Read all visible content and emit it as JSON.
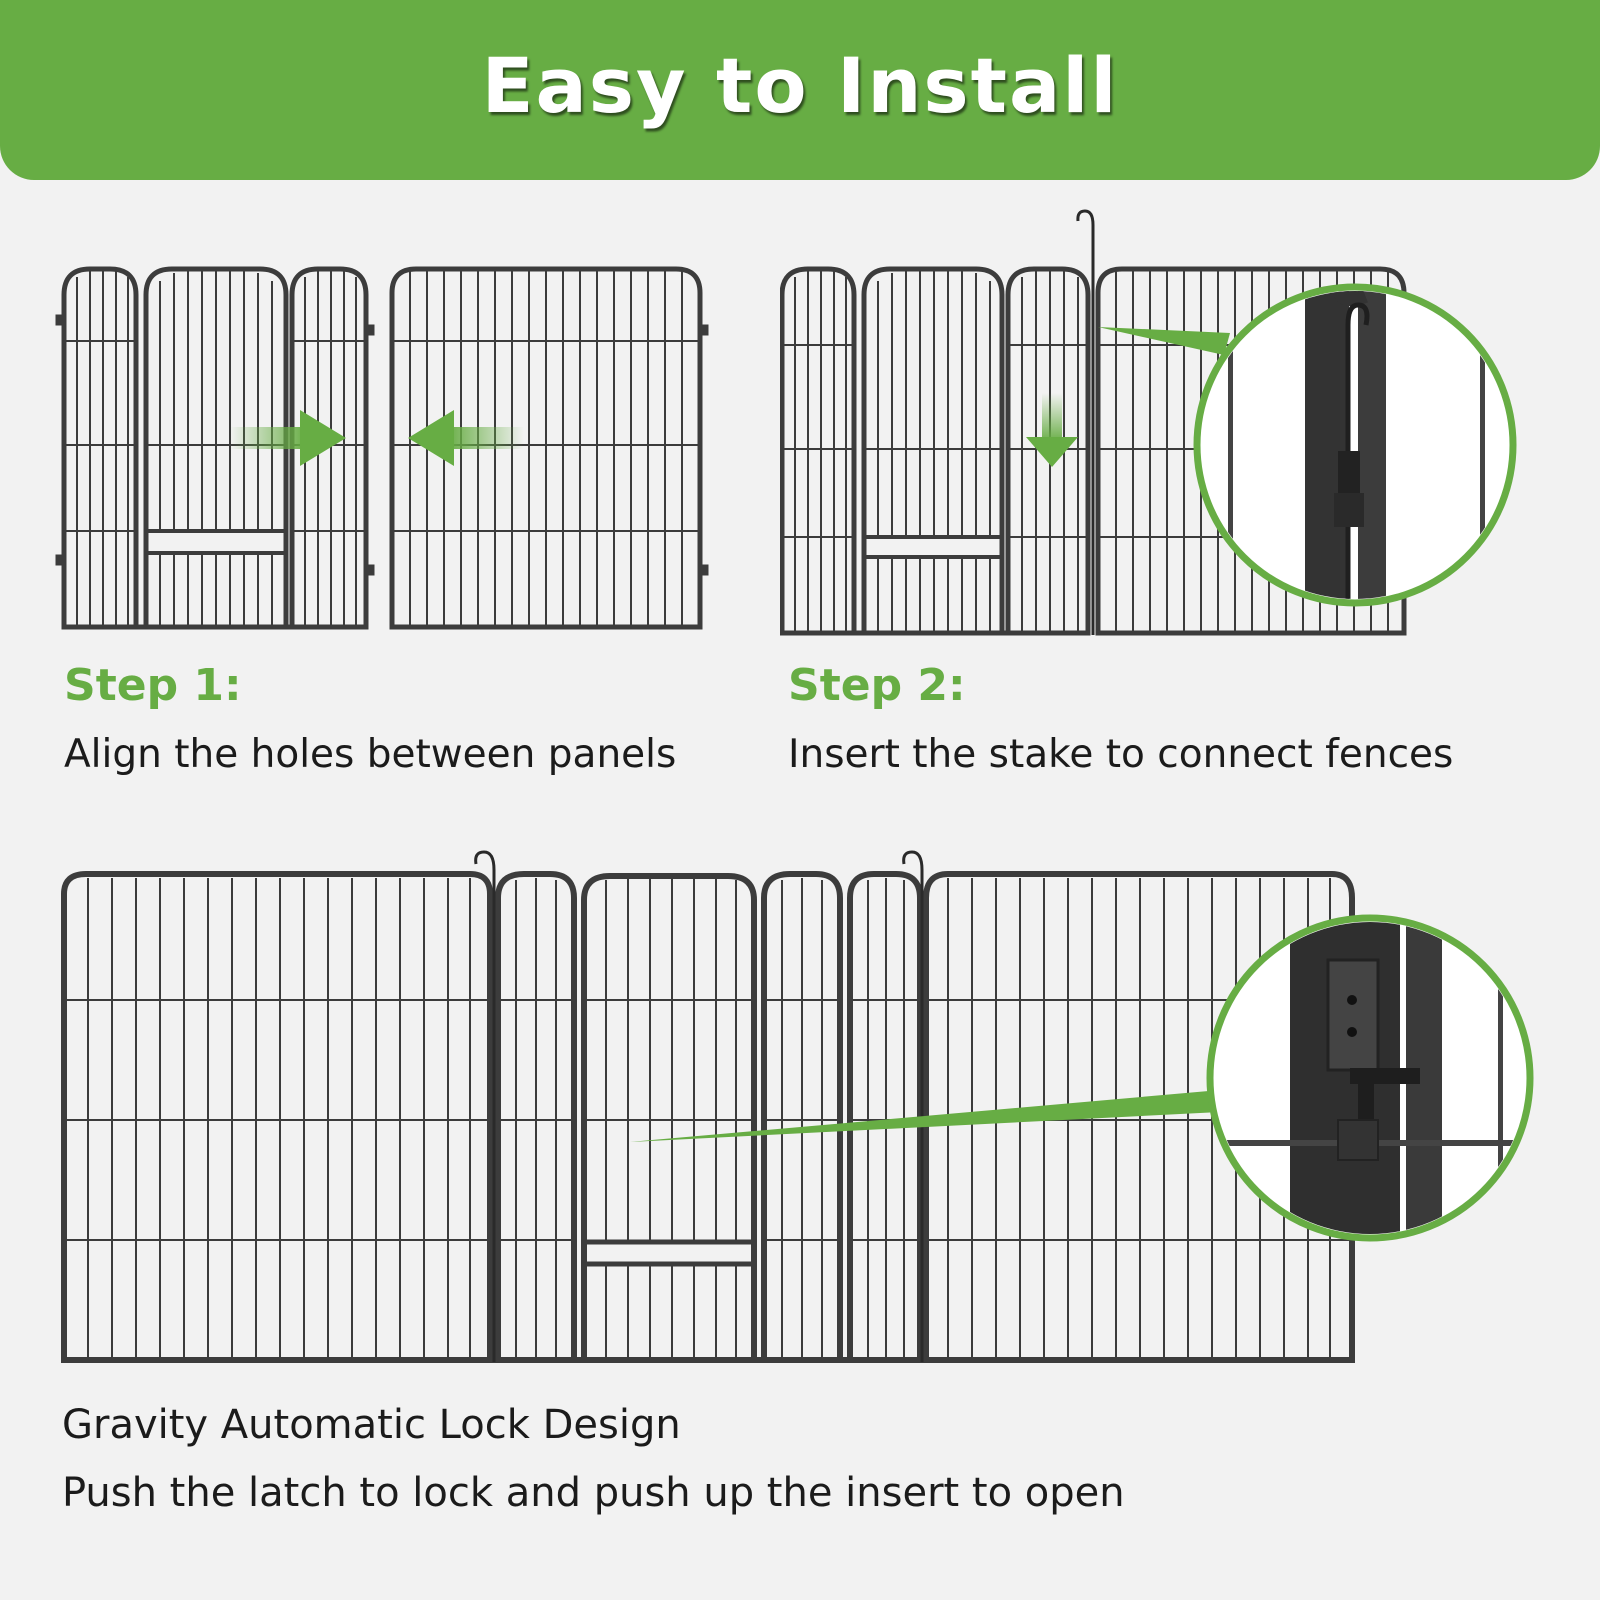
{
  "banner": {
    "title": "Easy to Install"
  },
  "step1": {
    "title": "Step 1:",
    "description": "Align the holes between panels"
  },
  "step2": {
    "title": "Step 2:",
    "description": "Insert the stake to connect fences"
  },
  "lock": {
    "title": "Gravity Automatic Lock Design",
    "description": "Push the latch to lock and push up the insert to open"
  },
  "icons": {
    "arrow_right": "arrow-right-icon",
    "arrow_left": "arrow-left-icon",
    "arrow_down": "arrow-down-icon",
    "stake": "stake-hook-icon",
    "latch": "gravity-latch-icon"
  },
  "colors": {
    "accent": "#67ad44",
    "metal": "#3c3c3c",
    "text": "#1b1b1b",
    "background": "#f2f2f2"
  }
}
